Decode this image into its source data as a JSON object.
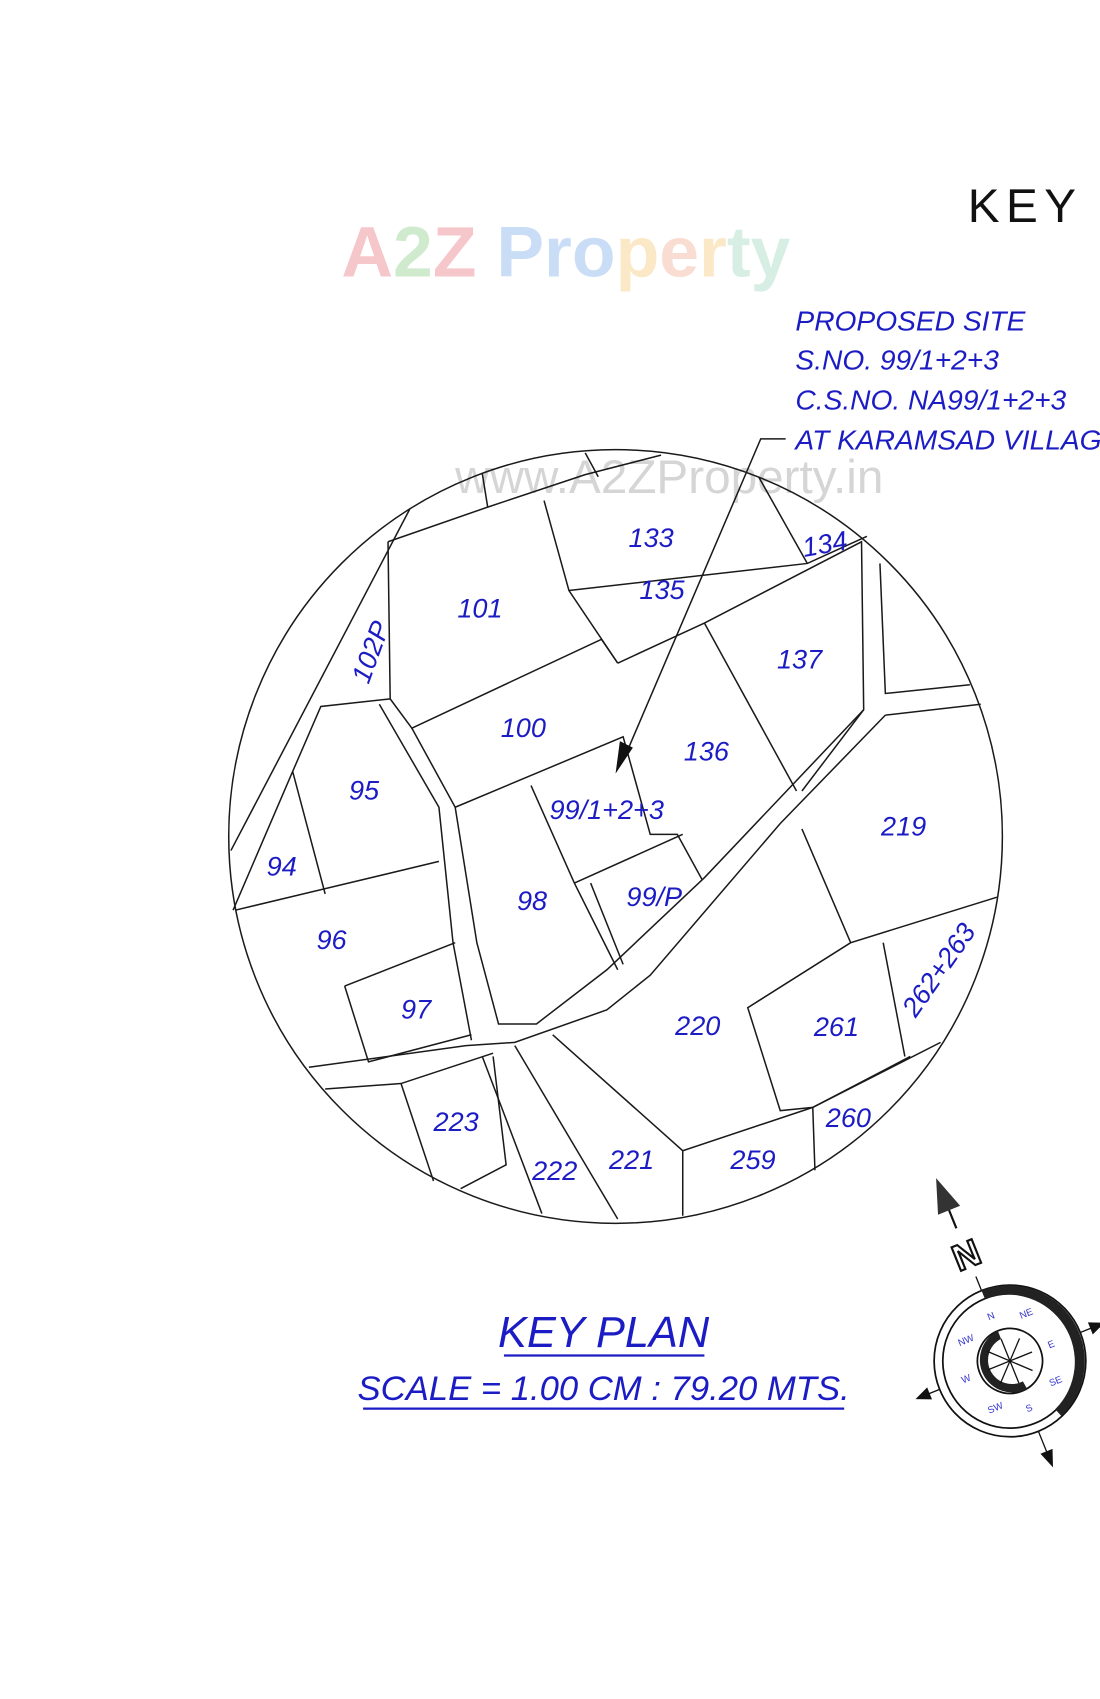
{
  "heading": "KEY",
  "watermark": {
    "logo": "A2Z Property",
    "url": "www.A2ZProperty.in",
    "colors": [
      "#e8606a",
      "#7cc576",
      "#6aa0e8",
      "#f5c060",
      "#f0a080",
      "#8ccfb0"
    ]
  },
  "site_note": {
    "lines": [
      "PROPOSED SITE",
      "S.NO. 99/1+2+3",
      "C.S.NO. NA99/1+2+3",
      "AT KARAMSAD VILLAGE"
    ]
  },
  "parcels": [
    "133",
    "134",
    "135",
    "101",
    "102P",
    "137",
    "100",
    "136",
    "95",
    "99/1+2+3",
    "219",
    "94",
    "98",
    "99/P",
    "96",
    "262+263",
    "97",
    "220",
    "261",
    "223",
    "260",
    "221",
    "222",
    "259"
  ],
  "compass": {
    "north_label": "N",
    "points": [
      "N",
      "NE",
      "E",
      "SE",
      "S",
      "SW",
      "W",
      "NW"
    ]
  },
  "footer": {
    "title": "KEY PLAN",
    "scale": "SCALE = 1.00 CM : 79.20 MTS."
  },
  "colors": {
    "text_blue": "#1c1cc4",
    "line": "#1a1a1a"
  }
}
